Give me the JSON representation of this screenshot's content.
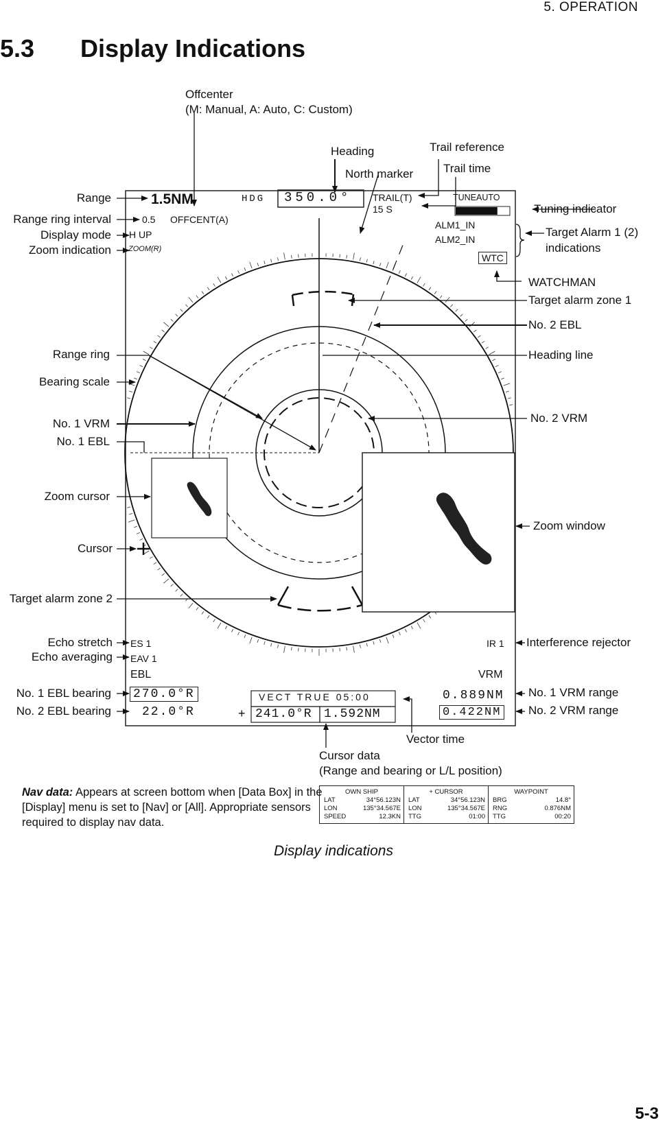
{
  "header": {
    "chapter": "5.  OPERATION",
    "section_number": "5.3",
    "section_title": "Display Indications"
  },
  "callouts": {
    "offcenter": "Offcenter",
    "offcenter_detail": "(M: Manual, A: Auto, C: Custom)",
    "heading": "Heading",
    "north_marker": "North marker",
    "trail_reference": "Trail reference",
    "trail_time": "Trail time",
    "range": "Range",
    "range_ring_interval": "Range ring interval",
    "display_mode": "Display mode",
    "zoom_indication": "Zoom indication",
    "tuning_indicator": "Tuning indicator",
    "target_alarm_1_2": "Target Alarm 1 (2)",
    "indications": "indications",
    "watchman": "WATCHMAN",
    "target_alarm_zone_1": "Target alarm zone 1",
    "no2_ebl": "No. 2 EBL",
    "heading_line": "Heading line",
    "range_ring": "Range ring",
    "bearing_scale": "Bearing scale",
    "no1_vrm": "No. 1 VRM",
    "no1_ebl": "No. 1 EBL",
    "no2_vrm": "No. 2 VRM",
    "zoom_cursor": "Zoom cursor",
    "zoom_window": "Zoom window",
    "cursor": "Cursor",
    "target_alarm_zone_2": "Target alarm zone 2",
    "echo_stretch": "Echo stretch",
    "echo_averaging": "Echo averaging",
    "interference_rejector": "Interference rejector",
    "no1_ebl_bearing": "No. 1 EBL bearing",
    "no2_ebl_bearing": "No. 2 EBL bearing",
    "no1_vrm_range": "No. 1 VRM range",
    "no2_vrm_range": "No. 2 VRM range",
    "vector_time": "Vector time",
    "cursor_data": "Cursor data",
    "cursor_data_detail": "(Range and bearing or L/L position)"
  },
  "screen": {
    "range": "1.5NM",
    "range_ring_interval": "0.5",
    "display_mode": "H UP",
    "zoom": "ZOOM(R)",
    "offcenter": "OFFCENT(A)",
    "hdg_label": "HDG",
    "hdg_value": "350.0°",
    "trail": "TRAIL(T)",
    "trail_time": "15 S",
    "tune": "TUNEAUTO",
    "tune_level": 0.78,
    "alm1": "ALM1_IN",
    "alm2": "ALM2_IN",
    "wtc": "WTC",
    "es": "ES 1",
    "eav": "EAV 1",
    "ir": "IR 1",
    "ebl_label": "EBL",
    "vrm_label": "VRM",
    "ebl1": "270.0°R",
    "ebl2": "22.0°R",
    "vect": "VECT  TRUE  05:00",
    "cursor_plus": "+",
    "cursor_brg": "241.0°R",
    "cursor_rng": "1.592NM",
    "vrm1": "0.889NM",
    "vrm2": "0.422NM"
  },
  "nav": {
    "note_bold": "Nav data:",
    "note_text": "Appears at screen bottom when [Data Box] in the [Display] menu is set to [Nav] or [All]. Appropriate sensors required to display nav data.",
    "own_ship": {
      "title": "OWN SHIP",
      "rows": [
        [
          "LAT",
          "34°56.123N"
        ],
        [
          "LON",
          "135°34.567E"
        ],
        [
          "SPEED",
          "12.3KN"
        ]
      ]
    },
    "cursor": {
      "title": "+ CURSOR",
      "rows": [
        [
          "LAT",
          "34°56.123N"
        ],
        [
          "LON",
          "135°34.567E"
        ],
        [
          "TTG",
          "01:00"
        ]
      ]
    },
    "waypoint": {
      "title": "WAYPOINT",
      "rows": [
        [
          "BRG",
          "14.8°"
        ],
        [
          "RNG",
          "0.876NM"
        ],
        [
          "TTG",
          "00:20"
        ]
      ]
    }
  },
  "caption": "Display indications",
  "page_number": "5-3"
}
